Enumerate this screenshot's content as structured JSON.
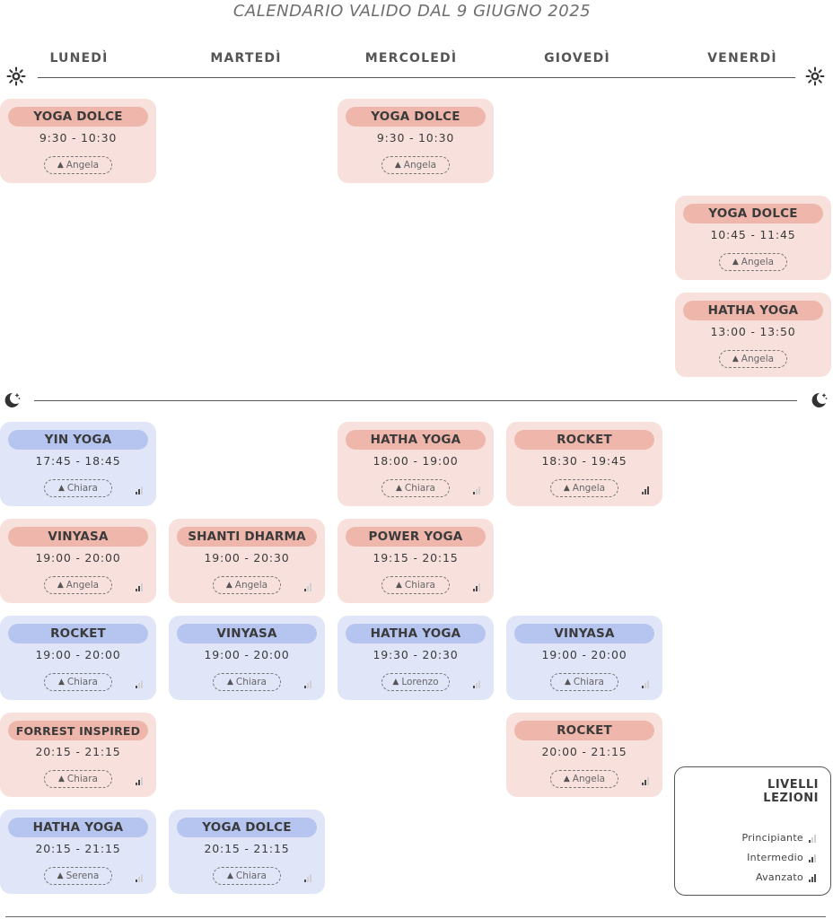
{
  "title": "CALENDARIO VALIDO DAL 9 GIUGNO 2025",
  "days": [
    "LUNEDÌ",
    "MARTEDÌ",
    "MERCOLEDÌ",
    "GIOVEDÌ",
    "VENERDÌ"
  ],
  "icons": {
    "morning": "sun-icon",
    "evening": "moon-icon",
    "teacher": "lotus-icon",
    "level": "signal-bars-icon"
  },
  "colors": {
    "pink_card": "#f8e1dd",
    "pink_pill": "#efb6ab",
    "blue_card": "#e0e6f8",
    "blue_pill": "#b6c4f0"
  },
  "classes": [
    {
      "day": 0,
      "slot": "m0",
      "color": "pink",
      "name": "YOGA DOLCE",
      "time": "9:30 - 10:30",
      "teacher": "Angela",
      "level": 0
    },
    {
      "day": 2,
      "slot": "m0",
      "color": "pink",
      "name": "YOGA DOLCE",
      "time": "9:30 - 10:30",
      "teacher": "Angela",
      "level": 0
    },
    {
      "day": 4,
      "slot": "m1",
      "color": "pink",
      "name": "YOGA DOLCE",
      "time": "10:45 - 11:45",
      "teacher": "Angela",
      "level": 0
    },
    {
      "day": 4,
      "slot": "m2",
      "color": "pink",
      "name": "HATHA YOGA",
      "time": "13:00 - 13:50",
      "teacher": "Angela",
      "level": 0
    },
    {
      "day": 0,
      "slot": "e0",
      "color": "blue",
      "name": "YIN YOGA",
      "time": "17:45 - 18:45",
      "teacher": "Chiara",
      "level": 2
    },
    {
      "day": 2,
      "slot": "e0",
      "color": "pink",
      "name": "HATHA YOGA",
      "time": "18:00 - 19:00",
      "teacher": "Chiara",
      "level": 1
    },
    {
      "day": 3,
      "slot": "e0",
      "color": "pink",
      "name": "ROCKET",
      "time": "18:30 - 19:45",
      "teacher": "Angela",
      "level": 3
    },
    {
      "day": 0,
      "slot": "e1",
      "color": "pink",
      "name": "VINYASA",
      "time": "19:00 - 20:00",
      "teacher": "Angela",
      "level": 2
    },
    {
      "day": 1,
      "slot": "e1",
      "color": "pink",
      "name": "SHANTI DHARMA",
      "time": "19:00 - 20:30",
      "teacher": "Angela",
      "level": 1
    },
    {
      "day": 2,
      "slot": "e1",
      "color": "pink",
      "name": "POWER YOGA",
      "time": "19:15 - 20:15",
      "teacher": "Chiara",
      "level": 2
    },
    {
      "day": 0,
      "slot": "e2",
      "color": "blue",
      "name": "ROCKET",
      "time": "19:00 - 20:00",
      "teacher": "Chiara",
      "level": 1
    },
    {
      "day": 1,
      "slot": "e2",
      "color": "blue",
      "name": "VINYASA",
      "time": "19:00 - 20:00",
      "teacher": "Chiara",
      "level": 1
    },
    {
      "day": 2,
      "slot": "e2",
      "color": "blue",
      "name": "HATHA YOGA",
      "time": "19:30 - 20:30",
      "teacher": "Lorenzo",
      "level": 1
    },
    {
      "day": 3,
      "slot": "e2",
      "color": "blue",
      "name": "VINYASA",
      "time": "19:00 - 20:00",
      "teacher": "Chiara",
      "level": 1
    },
    {
      "day": 0,
      "slot": "e3",
      "color": "pink",
      "name": "FORREST INSPIRED",
      "time": "20:15 - 21:15",
      "teacher": "Chiara",
      "level": 2
    },
    {
      "day": 3,
      "slot": "e3",
      "color": "pink",
      "name": "ROCKET",
      "time": "20:00 - 21:15",
      "teacher": "Angela",
      "level": 2
    },
    {
      "day": 0,
      "slot": "e4",
      "color": "blue",
      "name": "HATHA YOGA",
      "time": "20:15 - 21:15",
      "teacher": "Serena",
      "level": 1
    },
    {
      "day": 1,
      "slot": "e4",
      "color": "blue",
      "name": "YOGA DOLCE",
      "time": "20:15 - 21:15",
      "teacher": "Chiara",
      "level": 1
    }
  ],
  "legend": {
    "title_line1": "LIVELLI",
    "title_line2": "LEZIONI",
    "items": [
      {
        "label": "Principiante",
        "level": 1
      },
      {
        "label": "Intermedio",
        "level": 2
      },
      {
        "label": "Avanzato",
        "level": 3
      }
    ]
  }
}
